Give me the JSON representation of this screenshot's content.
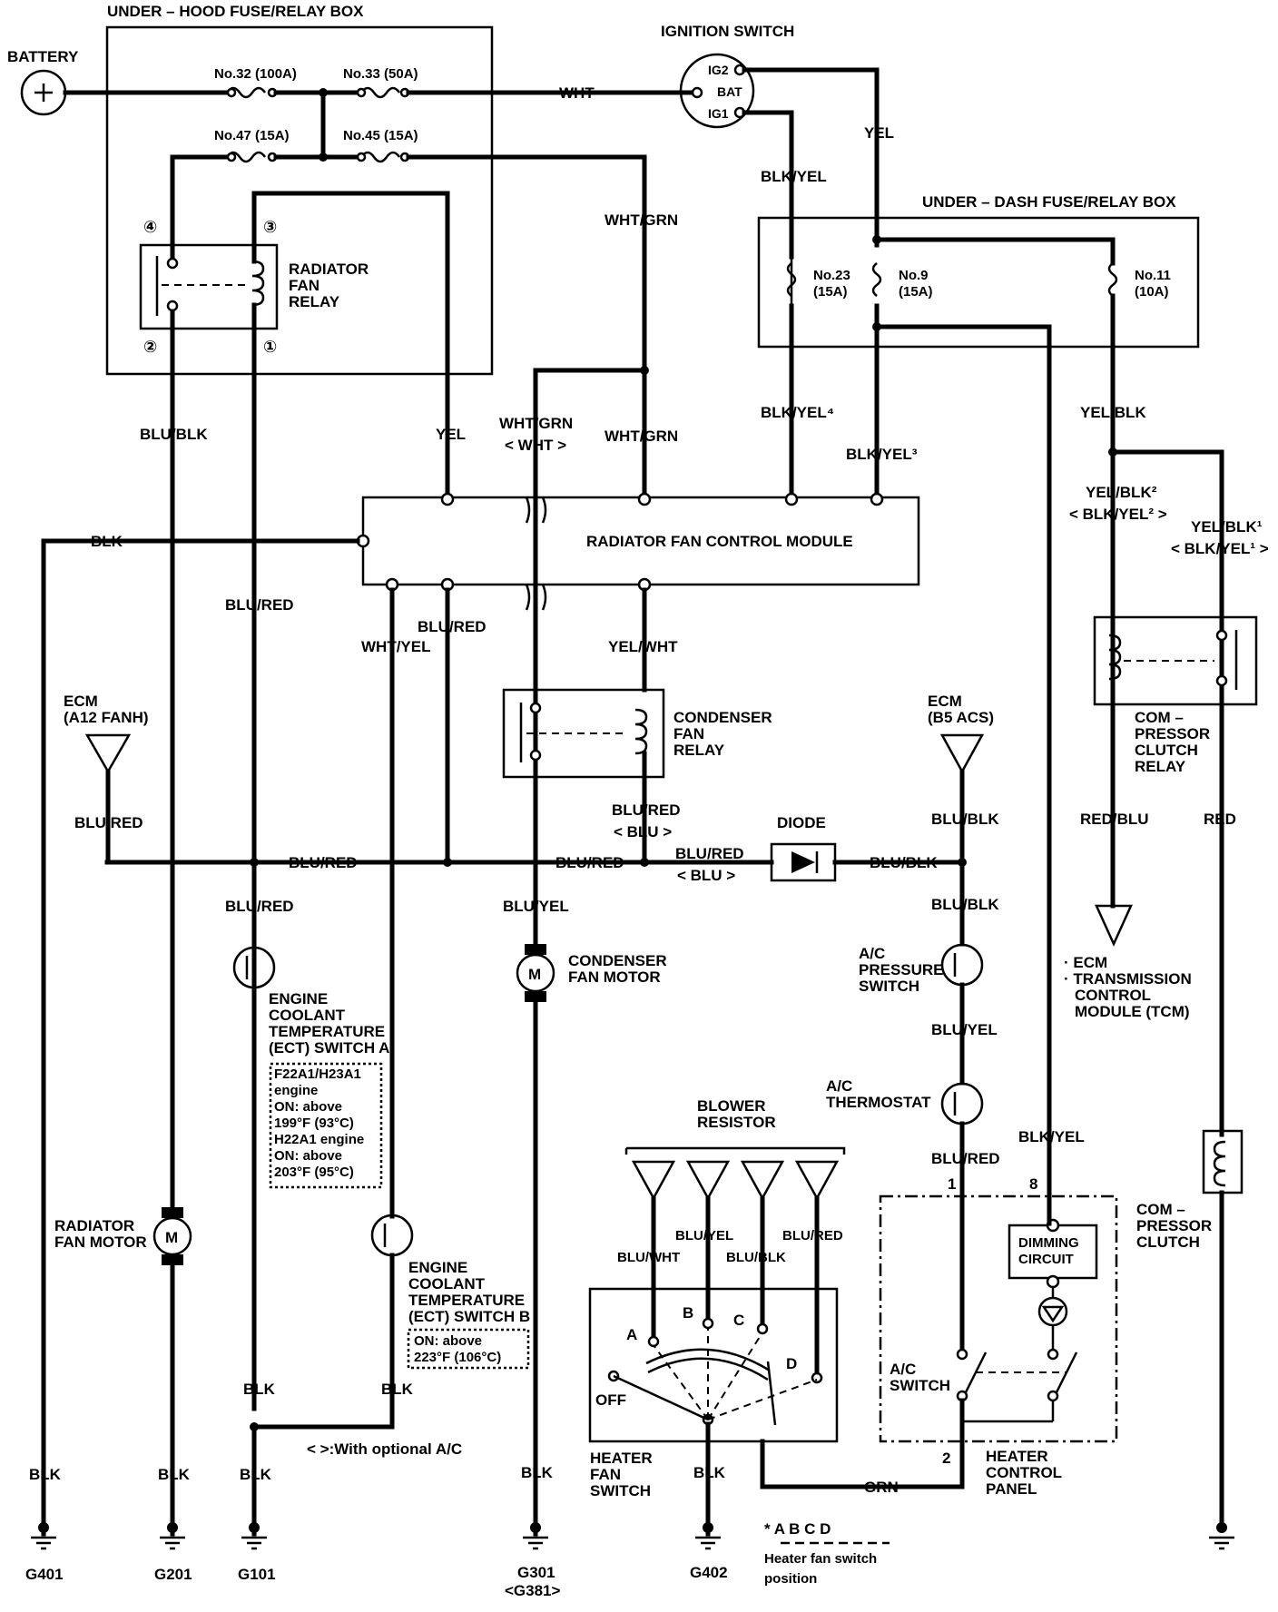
{
  "boxes": {
    "under_hood": "UNDER – HOOD FUSE/RELAY BOX",
    "under_dash": "UNDER – DASH FUSE/RELAY BOX",
    "ignition": "IGNITION SWITCH",
    "battery": "BATTERY",
    "fan_module": "RADIATOR FAN CONTROL MODULE"
  },
  "fuses": {
    "f32": "No.32 (100A)",
    "f33": "No.33 (50A)",
    "f47": "No.47 (15A)",
    "f45": "No.45 (15A)",
    "f23a": "No.23",
    "f23b": "(15A)",
    "f9a": "No.9",
    "f9b": "(15A)",
    "f11a": "No.11",
    "f11b": "(10A)"
  },
  "ignition_terms": {
    "ig2": "IG2",
    "bat": "BAT",
    "ig1": "IG1"
  },
  "relay_pins": {
    "p1": "①",
    "p2": "②",
    "p3": "③",
    "p4": "④"
  },
  "components": {
    "rad_relay": [
      "RADIATOR",
      "FAN",
      "RELAY"
    ],
    "cond_relay": [
      "CONDENSER",
      "FAN",
      "RELAY"
    ],
    "comp_relay": [
      "COM –",
      "PRESSOR",
      "CLUTCH",
      "RELAY"
    ],
    "ecm_a12": [
      "ECM",
      "(A12 FANH)"
    ],
    "ecm_b5": [
      "ECM",
      "(B5 ACS)"
    ],
    "diode": "DIODE",
    "ect_a": [
      "ENGINE",
      "COOLANT",
      "TEMPERATURE",
      "(ECT) SWITCH A"
    ],
    "ect_a_note": [
      "F22A1/H23A1",
      "engine",
      "ON: above",
      "199°F (93°C)",
      "H22A1 engine",
      "ON: above",
      "203°F (95°C)"
    ],
    "ect_b": [
      "ENGINE",
      "COOLANT",
      "TEMPERATURE",
      "(ECT) SWITCH B"
    ],
    "ect_b_note": [
      "ON: above",
      "223°F (106°C)"
    ],
    "rad_motor": [
      "RADIATOR",
      "FAN MOTOR"
    ],
    "cond_motor": [
      "CONDENSER",
      "FAN MOTOR"
    ],
    "motor_m": "M",
    "ac_press": [
      "A/C",
      "PRESSURE",
      "SWITCH"
    ],
    "ac_thermo": [
      "A/C",
      "THERMOSTAT"
    ],
    "ecm_tcm": [
      "· ECM",
      "· TRANSMISSION",
      "CONTROL",
      "MODULE (TCM)"
    ],
    "blower": [
      "BLOWER",
      "RESISTOR"
    ],
    "heater_switch": [
      "HEATER",
      "FAN",
      "SWITCH"
    ],
    "heater_panel": [
      "HEATER",
      "CONTROL",
      "PANEL"
    ],
    "dimming": [
      "DIMMING",
      "CIRCUIT"
    ],
    "ac_switch": [
      "A/C",
      "SWITCH"
    ],
    "comp_clutch": [
      "COM –",
      "PRESSOR",
      "CLUTCH"
    ],
    "switch_pos": {
      "a": "A",
      "b": "B",
      "c": "C",
      "d": "D",
      "off": "OFF"
    },
    "panel_pins": {
      "p1": "1",
      "p2": "2",
      "p8": "8"
    }
  },
  "wires": {
    "wht": "WHT",
    "yel_top": "YEL",
    "blk_yel_top": "BLK/YEL",
    "wht_grn_top": "WHT/GRN",
    "wht_grn_mid": "WHT/GRN",
    "wht_grn_alt": "WHT/GRN",
    "wht_alt": "< WHT >",
    "blk_yel_4": "BLK/YEL⁴",
    "blk_yel_3": "BLK/YEL³",
    "yel_blk": "YEL/BLK",
    "yel_blk_2": "YEL/BLK²",
    "blk_yel_2": "< BLK/YEL² >",
    "yel_blk_1": "YEL/BLK¹",
    "blk_yel_1": "< BLK/YEL¹ >",
    "blu_blk_rad": "BLU/BLK",
    "yel_mod": "YEL",
    "blk_mod": "BLK",
    "blu_red_1": "BLU/RED",
    "blu_red_2": "BLU/RED",
    "wht_yel": "WHT/YEL",
    "yel_wht": "YEL/WHT",
    "blu_red_ecm": "BLU/RED",
    "blu_red_bus1": "BLU/RED",
    "blu_red_bus2": "BLU/RED",
    "blu_red_cond": "BLU/RED",
    "blu_cond": "< BLU >",
    "blu_red_diode": "BLU/RED",
    "blu_diode": "< BLU >",
    "blu_blk_diode": "BLU/BLK",
    "blu_blk_ecm": "BLU/BLK",
    "blu_blk_press": "BLU/BLK",
    "blu_yel_cond": "BLU/YEL",
    "blu_red_ect": "BLU/RED",
    "blu_yel_therm": "BLU/YEL",
    "blu_red_panel": "BLU/RED",
    "blk_yel_panel": "BLK/YEL",
    "red_blu": "RED/BLU",
    "red": "RED",
    "blu_wht": "BLU/WHT",
    "blu_yel_blow": "BLU/YEL",
    "blu_blk_blow": "BLU/BLK",
    "blu_red_blow": "BLU/RED",
    "blk_ect_a": "BLK",
    "blk_ect_b": "BLK",
    "grn": "GRN"
  },
  "grounds": {
    "blk1": "BLK",
    "blk2": "BLK",
    "blk3": "BLK",
    "blk4": "BLK",
    "blk5": "BLK",
    "g401": "G401",
    "g201": "G201",
    "g101": "G101",
    "g301": "G301",
    "g381": "<G381>",
    "g402": "G402"
  },
  "notes": {
    "optional": "<   >:With optional A/C",
    "legend_letters": "* A  B  C  D",
    "legend_1": "Heater fan switch",
    "legend_2": "position"
  }
}
